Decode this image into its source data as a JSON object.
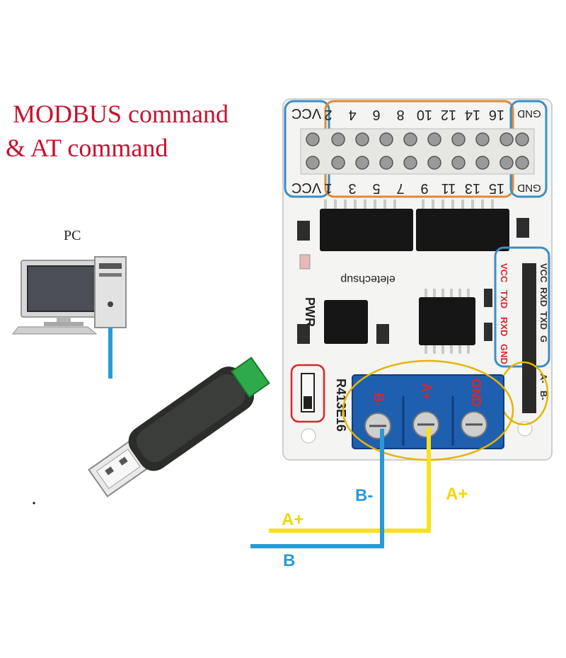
{
  "title": {
    "line1": "MODBUS command",
    "line2": "& AT command"
  },
  "pc": {
    "label": "PC"
  },
  "board": {
    "header_top_left": "VCC",
    "header_top_pins": [
      "2",
      "4",
      "6",
      "8",
      "10",
      "12",
      "14",
      "16"
    ],
    "header_top_right": "GND",
    "header_bottom_left": "VCC",
    "header_bottom_pins": [
      "1",
      "3",
      "5",
      "7",
      "9",
      "11",
      "13",
      "15"
    ],
    "header_bottom_right": "GND",
    "brand": "eletechsup",
    "pwr_label": "PWR",
    "model": "R413E16",
    "serial_labels": [
      "VCC",
      "TXD",
      "RXD",
      "GND"
    ],
    "serial_right_labels": [
      "VCC",
      "RXD",
      "TXD",
      "G"
    ],
    "rs485_right_labels": [
      "A-",
      "B-"
    ],
    "terminal_labels": [
      "B-",
      "A+",
      "GND"
    ]
  },
  "wires": {
    "b_label": "B-",
    "a_label": "A+",
    "a_label_usb": "A+",
    "b_label_usb": "B"
  },
  "colors": {
    "title_red": "#c8102e",
    "wire_blue": "#2a9ad6",
    "wire_yellow": "#f7e21b",
    "outline_blue": "#3a8fc4",
    "outline_orange": "#e08a3a",
    "outline_red": "#d9262b",
    "outline_gold": "#e6b400",
    "board_white": "#f4f4f2",
    "chip_black": "#161616",
    "terminal_blue": "#1f5fb0"
  }
}
